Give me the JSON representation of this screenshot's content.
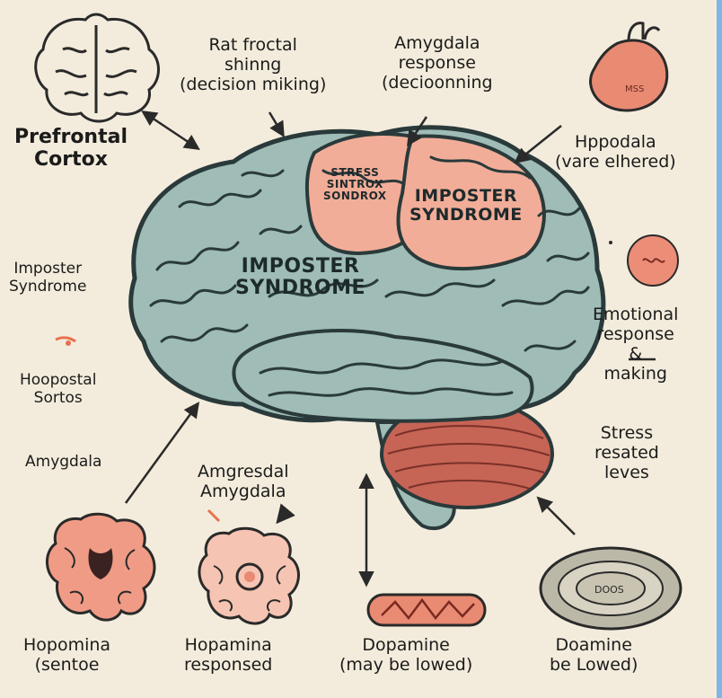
{
  "labels": {
    "prefrontal_cortex": "Prefrontal\nCortox",
    "rat_froctal": "Rat froctal\nshinng\n(decision miking)",
    "amygdala_response_top": "Amygdala\nresponse\n(decioonning",
    "hppodala": "Hppodala\n(vare elhered)",
    "imposter_left": "Imposter\nSyndrome",
    "hoopostal": "Hoopostal\nSortos",
    "amygdala_left": "Amygdala",
    "amgresdal": "Amgresdal\nAmygdala",
    "emotional_response": "Emotional\nresponse\n&\nmaking",
    "stress_levels": "Stress\nresated\nleves",
    "hopomina": "Hopomina\n(sentoe",
    "hopamina_responsed": "Hopamina\nresponsed",
    "dopamine_lowed": "Dopamine\n(may be lowed)",
    "doamine_lowed": "Doamine\nbe Lowed)"
  },
  "brain": {
    "imposter_main": "IMPOSTER\nSYNDROME",
    "imposter_region": "IMPOSTER\nSYNDROME",
    "stress_region": "STRESS\nSINTROX\nSONDROX",
    "small_organ_text": "MSS",
    "disc_text": "DOOS"
  },
  "colors": {
    "background": "#f3ecdc",
    "brain_fill": "#9fbcb6",
    "brain_outline": "#2a3a3b",
    "highlight_pink": "#f2ad98",
    "cerebellum": "#c66456",
    "accent_blue_border": "#7fb6e6"
  }
}
